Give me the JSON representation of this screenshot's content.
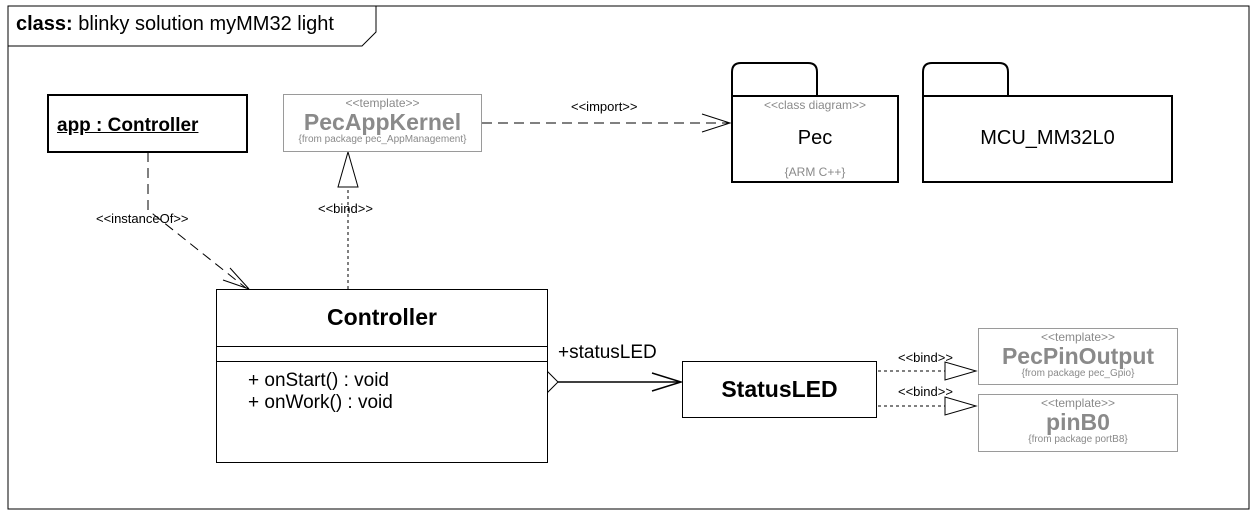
{
  "frame": {
    "keyword": "class:",
    "title": "blinky solution myMM32 light"
  },
  "instance": {
    "label": "app : Controller"
  },
  "templates": {
    "app_kernel": {
      "stereotype": "<<template>>",
      "name": "PecAppKernel",
      "from": "{from package pec_AppManagement}"
    },
    "pin_output": {
      "stereotype": "<<template>>",
      "name": "PecPinOutput",
      "from": "{from package pec_Gpio}"
    },
    "pin_b0": {
      "stereotype": "<<template>>",
      "name": "pinB0",
      "from": "{from package portB8}"
    }
  },
  "packages": {
    "pec": {
      "stereotype": "<<class diagram>>",
      "name": "Pec",
      "tag": "{ARM C++}"
    },
    "mcu": {
      "name": "MCU_MM32L0"
    }
  },
  "controller": {
    "name": "Controller",
    "operations": [
      "+ onStart() : void",
      "+ onWork() : void"
    ]
  },
  "status_led": {
    "name": "StatusLED"
  },
  "relations": {
    "import": "<<import>>",
    "instance_of": "<<instanceOf>>",
    "bind_kernel": "<<bind>>",
    "status_role": "+statusLED",
    "bind_pin_output": "<<bind>>",
    "bind_pin_b0": "<<bind>>"
  }
}
